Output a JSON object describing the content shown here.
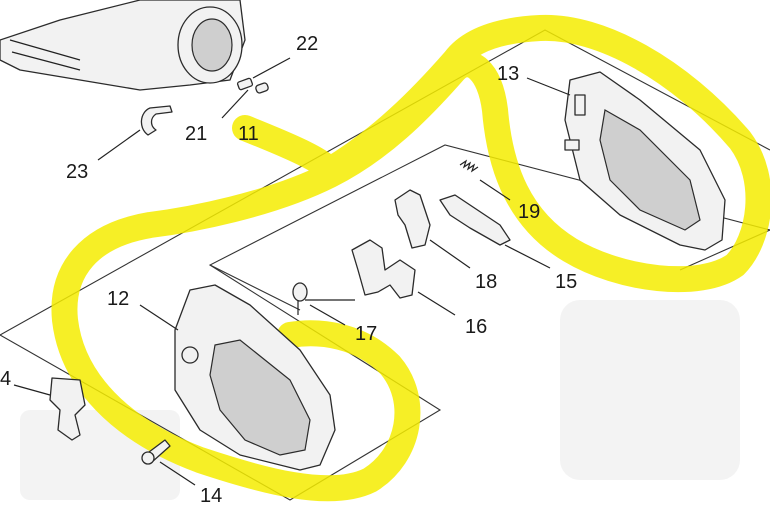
{
  "callouts": [
    {
      "id": "22",
      "label": "22"
    },
    {
      "id": "21",
      "label": "21"
    },
    {
      "id": "11",
      "label": "11"
    },
    {
      "id": "23",
      "label": "23"
    },
    {
      "id": "13",
      "label": "13"
    },
    {
      "id": "19",
      "label": "19"
    },
    {
      "id": "18",
      "label": "18"
    },
    {
      "id": "15",
      "label": "15"
    },
    {
      "id": "12",
      "label": "12"
    },
    {
      "id": "16",
      "label": "16"
    },
    {
      "id": "17",
      "label": "17"
    },
    {
      "id": "14",
      "label": "14"
    },
    {
      "id": "24",
      "label": "4"
    }
  ],
  "colors": {
    "highlight": "#f5ec00",
    "line": "#222222",
    "part_fill": "#f2f2f2"
  }
}
